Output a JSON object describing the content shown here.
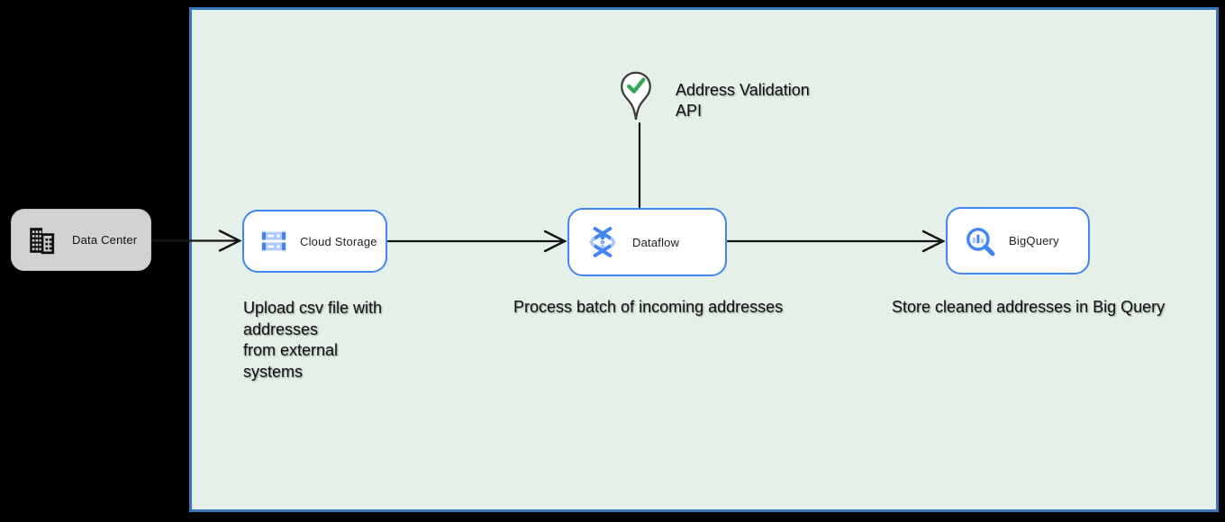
{
  "diagram": {
    "board": {
      "fill": "#E4F0E8",
      "border_color": "#3A76B8"
    },
    "data_center": {
      "label": "Data Center",
      "icon": "building-icon",
      "fill": "#D2D2D2"
    },
    "nodes": [
      {
        "label": "Cloud Storage",
        "icon": "cloud-storage-icon"
      },
      {
        "label": "Dataflow",
        "icon": "dataflow-icon"
      },
      {
        "label": "BigQuery",
        "icon": "bigquery-icon"
      }
    ],
    "annotation": {
      "label": "Address Validation\nAPI",
      "icon": "map-pin-check-icon",
      "check_color": "#34A853"
    },
    "captions": {
      "cloud_storage": "Upload csv file with\naddresses\nfrom external\nsystems",
      "dataflow": "Process batch of incoming addresses",
      "bigquery": "Store cleaned addresses in Big Query"
    },
    "colors": {
      "node_border": "#4285F4",
      "icon_blue": "#4285F4",
      "icon_light_blue": "#A8C7FA",
      "connector": "#161616",
      "background": "#000000"
    }
  }
}
